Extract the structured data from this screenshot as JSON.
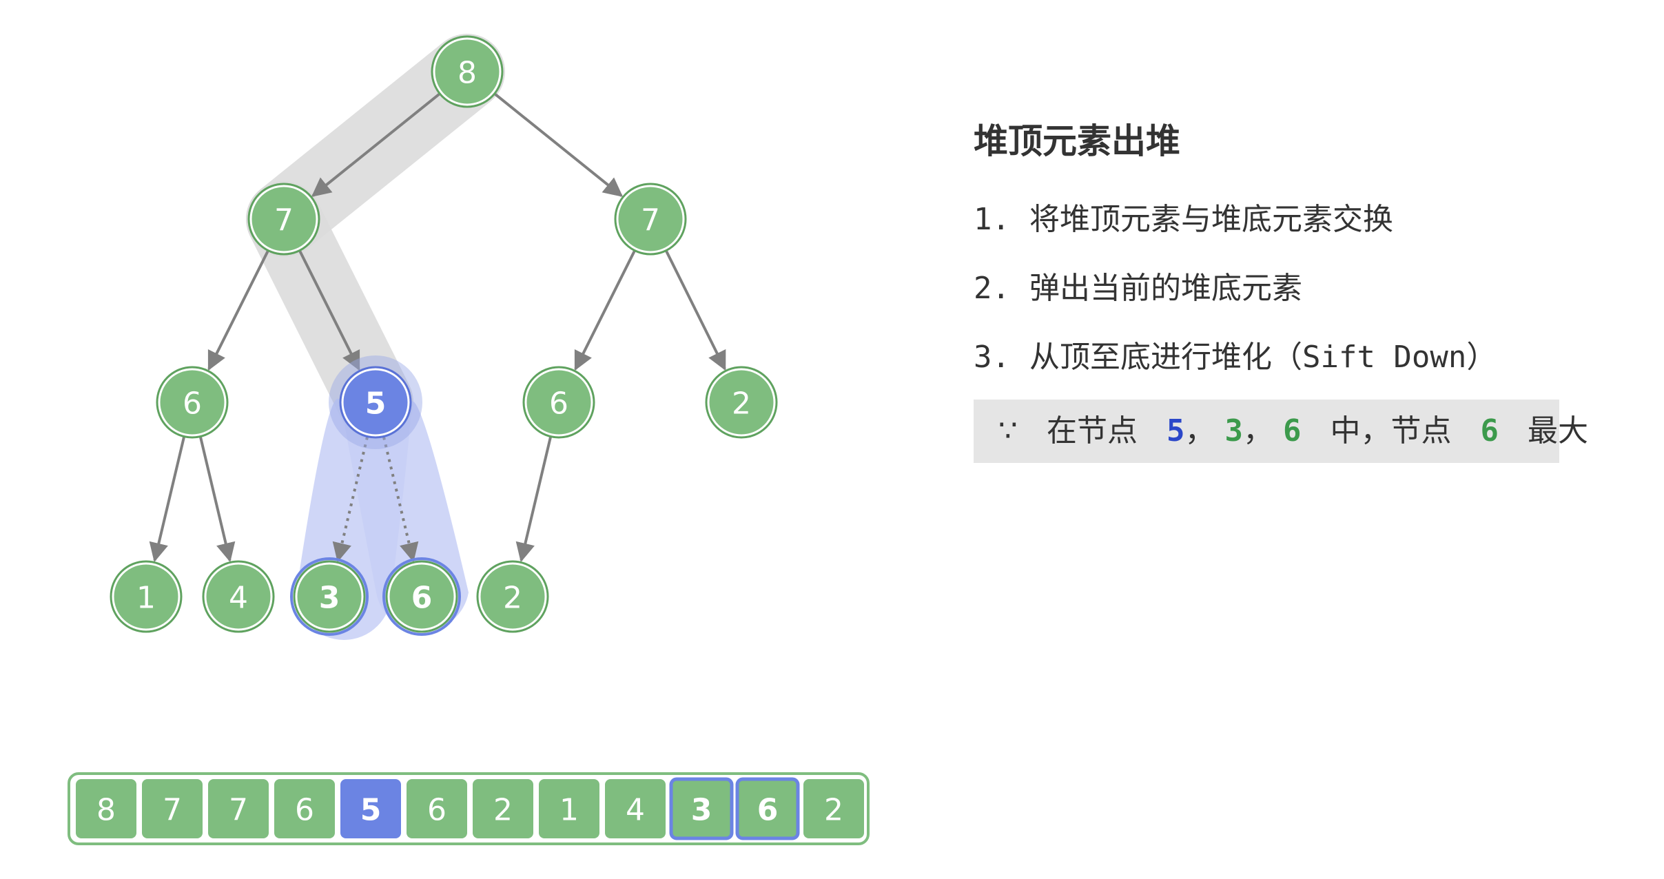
{
  "panel": {
    "title": "堆顶元素出堆",
    "steps": [
      {
        "num": "1.",
        "text": "将堆顶元素与堆底元素交换"
      },
      {
        "num": "2.",
        "text": "弹出当前的堆底元素"
      },
      {
        "num": "3.",
        "text_cn": "从顶至底进行堆化",
        "paren_open": "（",
        "text_en": "Sift Down",
        "paren_close": "）"
      }
    ],
    "note": {
      "because": "∵",
      "prefix": "在节点",
      "v1": "5",
      "comma1": "，",
      "v2": "3",
      "comma2": "，",
      "v3": "6",
      "middle": "中，节点",
      "v4": "6",
      "suffix": "最大"
    }
  },
  "heap": {
    "nodes": [
      "8",
      "7",
      "7",
      "6",
      "5",
      "6",
      "2",
      "1",
      "4",
      "3",
      "6",
      "2"
    ],
    "highlight_current": 4,
    "highlight_children": [
      9,
      10
    ]
  },
  "array": [
    "8",
    "7",
    "7",
    "6",
    "5",
    "6",
    "2",
    "1",
    "4",
    "3",
    "6",
    "2"
  ],
  "colors": {
    "node_green": "#7fbd7f",
    "node_border": "#5fa25f",
    "current_blue": "#6b84e3",
    "child_ring": "#6b84e3",
    "edge": "#808080",
    "path_shadow": "#d9d9d9",
    "child_zone": "#c5cef7"
  }
}
